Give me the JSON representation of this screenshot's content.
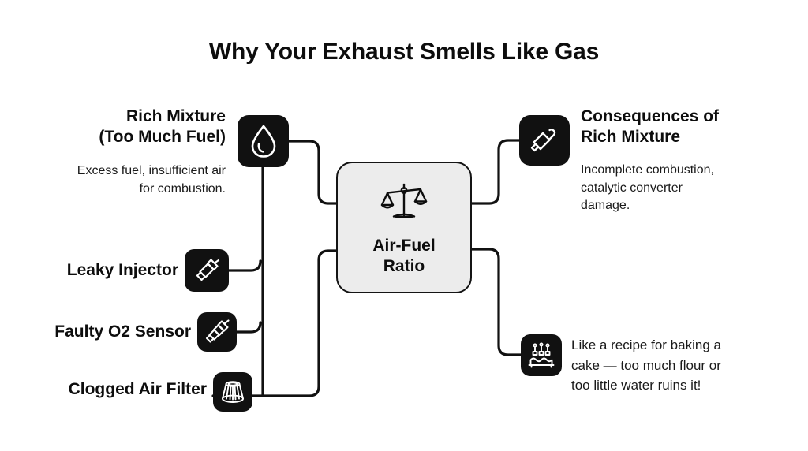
{
  "page": {
    "title": "Why Your Exhaust Smells Like Gas",
    "background_color": "#ffffff",
    "accent_color": "#111111",
    "center_fill_color": "#ececec"
  },
  "center": {
    "label_line1": "Air-Fuel",
    "label_line2": "Ratio",
    "icon": "balance-scale-icon"
  },
  "causes": [
    {
      "id": "rich-mixture",
      "heading_line1": "Rich Mixture",
      "heading_line2": "(Too Much Fuel)",
      "description_line1": "Excess fuel, insufficient air",
      "description_line2": "for combustion.",
      "icon": "fuel-drop-icon"
    },
    {
      "id": "leaky-injector",
      "heading": "Leaky Injector",
      "icon": "fuel-injector-icon"
    },
    {
      "id": "faulty-o2-sensor",
      "heading": "Faulty O2 Sensor",
      "icon": "oxygen-sensor-icon"
    },
    {
      "id": "clogged-air-filter",
      "heading": "Clogged Air Filter",
      "icon": "air-filter-icon"
    }
  ],
  "effects": [
    {
      "id": "consequences",
      "heading_line1": "Consequences of",
      "heading_line2": "Rich Mixture",
      "description_line1": "Incomplete combustion,",
      "description_line2": "catalytic converter",
      "description_line3": "damage.",
      "icon": "exhaust-muffler-icon"
    },
    {
      "id": "analogy",
      "description_line1": "Like a recipe for baking a",
      "description_line2": "cake — too much flour or",
      "description_line3": "too little water ruins it!",
      "icon": "birthday-cake-icon"
    }
  ],
  "chart_data": {
    "type": "diagram",
    "title": "Why Your Exhaust Smells Like Gas",
    "center_node": "Air-Fuel Ratio",
    "inputs": [
      "Rich Mixture (Too Much Fuel)",
      "Leaky Injector",
      "Faulty O2 Sensor",
      "Clogged Air Filter"
    ],
    "outputs": [
      "Consequences of Rich Mixture",
      "Like a recipe for baking a cake — too much flour or too little water ruins it!"
    ],
    "edges": [
      {
        "from": "Rich Mixture (Too Much Fuel)",
        "to": "Air-Fuel Ratio"
      },
      {
        "from": "Leaky Injector",
        "to": "Air-Fuel Ratio"
      },
      {
        "from": "Faulty O2 Sensor",
        "to": "Air-Fuel Ratio"
      },
      {
        "from": "Clogged Air Filter",
        "to": "Air-Fuel Ratio"
      },
      {
        "from": "Air-Fuel Ratio",
        "to": "Consequences of Rich Mixture"
      },
      {
        "from": "Air-Fuel Ratio",
        "to": "Like a recipe for baking a cake"
      }
    ]
  }
}
